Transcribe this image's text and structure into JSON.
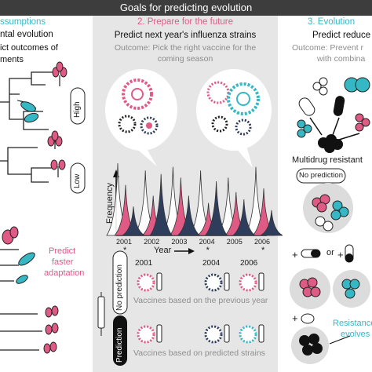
{
  "title": "Goals for predicting evolution",
  "left": {
    "header": "ssumptions",
    "subheader": "ntal evolution",
    "line1": "ict outcomes of",
    "line2": "ments",
    "high_label": "High",
    "low_label": "Low",
    "predict_line1": "Predict",
    "predict_line2": "faster",
    "predict_line3": "adaptation"
  },
  "middle": {
    "header": "2. Prepare for the future",
    "subheader": "Predict next year's influenza strains",
    "outcome_line1": "Outcome: Pick the right vaccine for the",
    "outcome_line2": "coming season",
    "y_axis_label": "Frequency",
    "x_axis_label": "Year",
    "no_prediction_label": "No prediction",
    "prediction_label": "Prediction",
    "vaccines_previous": "Vaccines based on the previous year",
    "vaccines_predicted": "Vaccines based on predicted strains",
    "vaccine_years": [
      "2001",
      "2004",
      "2006"
    ]
  },
  "right": {
    "header": "3. Evolution",
    "subheader": "Predict reduce",
    "outcome_line1": "Outcome: Prevent r",
    "outcome_line2": "with combina",
    "multidrug": "Multidrug resistant",
    "no_prediction": "No prediction",
    "or_label": "or",
    "resistance_line1": "Resistance",
    "resistance_line2": "evolves"
  },
  "colors": {
    "cyan": "#36b8c4",
    "pink": "#e05a86",
    "navy": "#2f3d5c",
    "grey_panel": "#e6e6e6",
    "dark": "#111111"
  },
  "chart_data": {
    "type": "area",
    "x": [
      "2001",
      "2002",
      "2003",
      "2004",
      "2005",
      "2006"
    ],
    "xlabel": "Year",
    "ylabel": "Frequency",
    "series": [
      {
        "color": "#ffffff",
        "values": [
          1,
          0.9,
          0.95,
          0.9,
          0.8,
          0.95
        ]
      },
      {
        "color": "#e05a86",
        "values": [
          0.7,
          0.55,
          0.8,
          0.45,
          0.6,
          0.65
        ]
      },
      {
        "color": "#2f3d5c",
        "values": [
          0.4,
          0.85,
          0.55,
          0.75,
          0.5,
          0.35
        ]
      }
    ],
    "marked_years": [
      "2001",
      "2004",
      "2006"
    ]
  }
}
